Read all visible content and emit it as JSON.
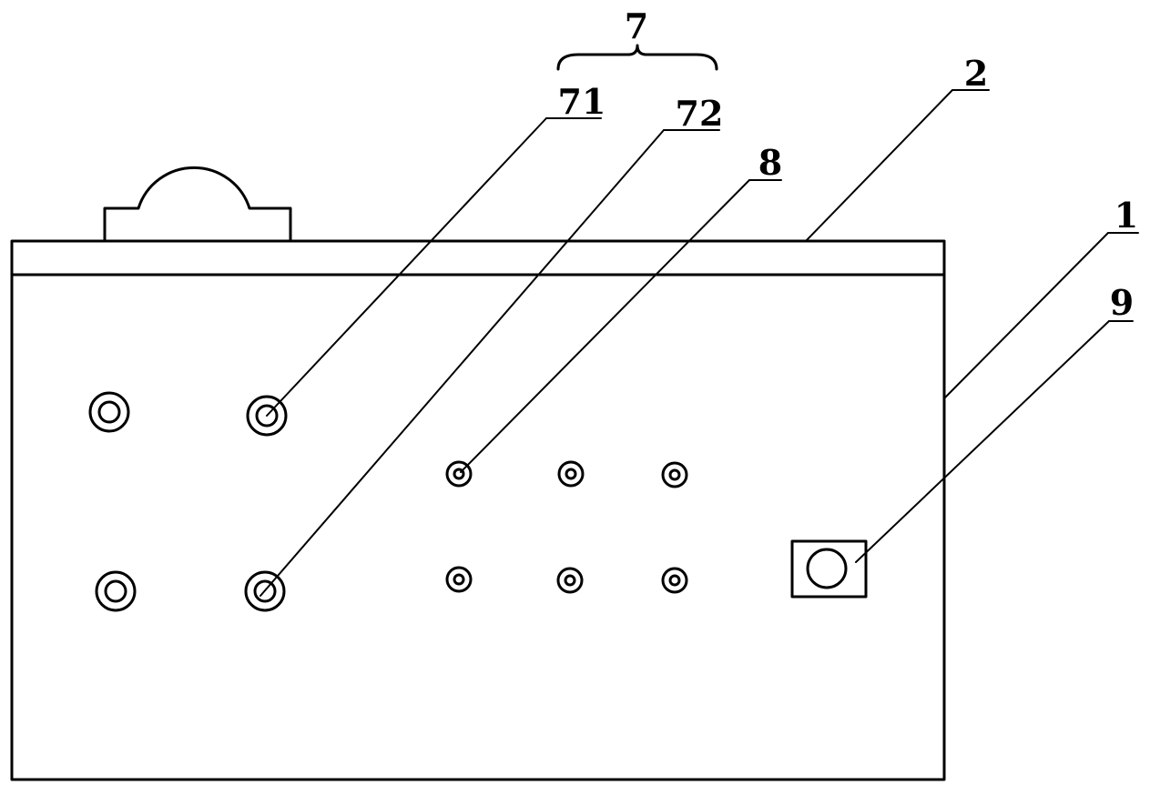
{
  "labels": {
    "group_7": "7",
    "part_71": "71",
    "part_72": "72",
    "part_8": "8",
    "part_2": "2",
    "part_1": "1",
    "part_9": "9"
  },
  "colors": {
    "line": "#000000",
    "background": "#ffffff"
  }
}
